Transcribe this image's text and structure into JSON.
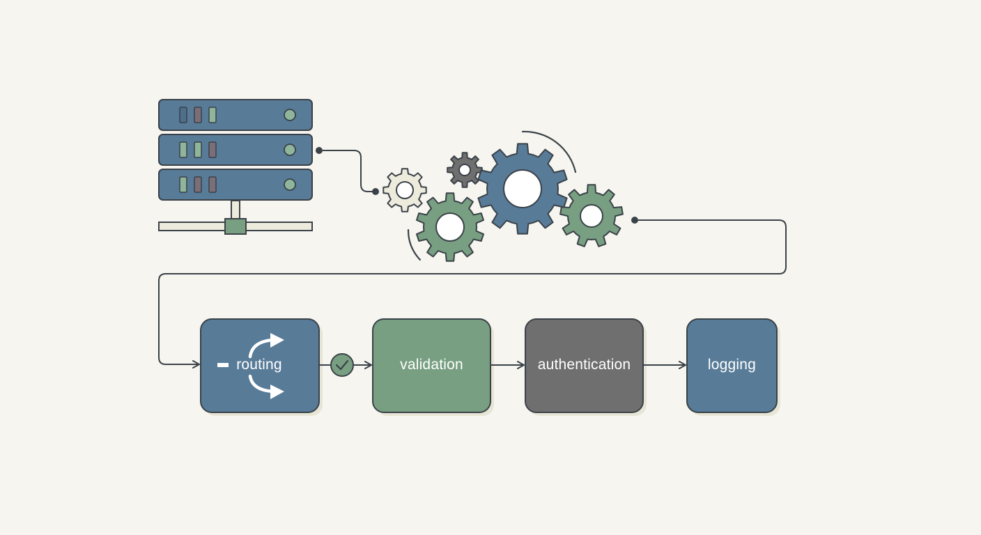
{
  "colors": {
    "background": "#f6f5ef",
    "blue": "#587b98",
    "green": "#789f82",
    "gray": "#6f6f6f",
    "cream": "#ecebdc",
    "stroke": "#3a4148",
    "led_blue": "#4e6f8b",
    "led_green": "#8fb59a",
    "led_mauve": "#7a6e78"
  },
  "server": {
    "rack_units": [
      {
        "leds": [
          "led_blue",
          "led_mauve",
          "led_green"
        ]
      },
      {
        "leds": [
          "led_green",
          "led_green",
          "led_mauve"
        ]
      },
      {
        "leds": [
          "led_green",
          "led_mauve",
          "led_mauve"
        ]
      }
    ],
    "icon": "server-rack-icon"
  },
  "gears": [
    {
      "name": "gear-small-cream-icon",
      "color": "cream"
    },
    {
      "name": "gear-tiny-gray-icon",
      "color": "gray"
    },
    {
      "name": "gear-large-blue-icon",
      "color": "blue"
    },
    {
      "name": "gear-medium-green-icon",
      "color": "green"
    },
    {
      "name": "gear-right-green-icon",
      "color": "green"
    }
  ],
  "pipeline": {
    "stages": [
      {
        "label": "routing",
        "color": "blue",
        "icon": "routing-arrows-icon"
      },
      {
        "label": "validation",
        "color": "green"
      },
      {
        "label": "authentication",
        "color": "gray"
      },
      {
        "label": "logging",
        "color": "blue"
      }
    ],
    "check_icon": "checkmark-icon"
  }
}
